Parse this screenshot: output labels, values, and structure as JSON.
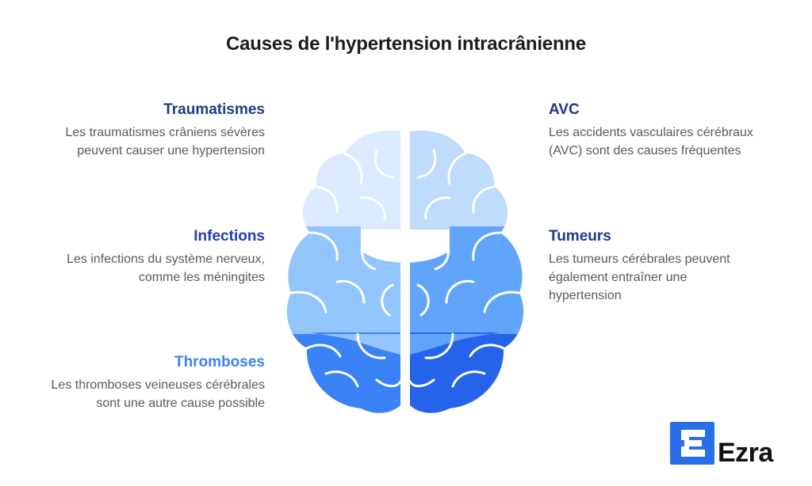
{
  "title": "Causes de l'hypertension intracrânienne",
  "causes": {
    "traumatismes": {
      "title": "Traumatismes",
      "line1": "Les traumatismes crâniens sévères",
      "line2": "peuvent causer une hypertension"
    },
    "infections": {
      "title": "Infections",
      "line1": "Les infections du système nerveux,",
      "line2": "comme les méningites"
    },
    "thromboses": {
      "title": "Thromboses",
      "line1": "Les thromboses veineuses cérébrales",
      "line2": "sont une autre cause possible"
    },
    "avc": {
      "title": "AVC",
      "line1": "Les accidents vasculaires cérébraux",
      "line2": "(AVC) sont des causes fréquentes"
    },
    "tumeurs": {
      "title": "Tumeurs",
      "line1": "Les tumeurs cérébrales peuvent",
      "line2": "également entraîner une",
      "line3": "hypertension"
    }
  },
  "colors": {
    "title_dark": "#1f3a93",
    "title_mid": "#1e40af",
    "title_light": "#3b82f6",
    "brain_top_left": "#dbeafe",
    "brain_top_right": "#bfdbfe",
    "brain_mid_left": "#93c5fd",
    "brain_mid_right": "#60a5fa",
    "brain_bottom_left": "#3b82f6",
    "brain_bottom_right": "#2563eb"
  },
  "brand": {
    "name": "Ezra",
    "icon": "ezra-logo-icon",
    "color": "#2b6fe8"
  },
  "icons": {
    "brain": "brain-icon"
  }
}
